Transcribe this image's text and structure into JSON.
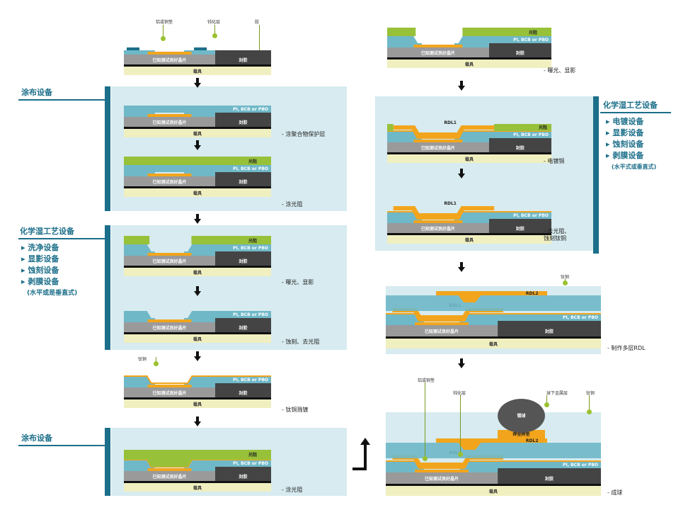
{
  "labels": {
    "coating": "涂布设备",
    "chem_left": "化学湿工艺设备",
    "chem_right": "化学湿工艺设备",
    "coating2": "涂布设备"
  },
  "left_list": [
    "▸ 洗净设备",
    "▸ 显影设备",
    "▸ 蚀刻设备",
    "▸ 剥膜设备"
  ],
  "left_list_sub": "(水平或是垂直式)",
  "right_list": [
    "▸ 电镀设备",
    "▸ 显影设备",
    "▸ 蚀刻设备",
    "▸ 剥膜设备"
  ],
  "right_list_sub": "(水平式或垂直式)",
  "structure": {
    "wafer": "已知测试良好晶片",
    "mold": "封胶",
    "carrier": "载具",
    "pi": "PI, BCB or PBO",
    "resist": "光阻",
    "rdl1": "RDL1",
    "rdl2": "RDL2",
    "ball": "锡球",
    "ubm": "焊垫焊垫"
  },
  "top_labels": {
    "pad": "铝或铜垫",
    "passivation": "钝化层",
    "glue": "胶"
  },
  "bottom_labels": {
    "pad": "铝或铜垫",
    "passivation": "钝化层",
    "ubm": "球下金属层",
    "tcu": "钛铜"
  },
  "side_labels": {
    "tcu1": "钛铜",
    "tcu2": "钛铜"
  },
  "steps": {
    "s2": "- 涂聚合物保护层",
    "s3": "- 涂光阻",
    "s4": "- 曝光、显影",
    "s5": "- 蚀刻、去光阻",
    "s6": "- 钛铜溅镀",
    "s7": "- 涂光阻",
    "r1": "- 曝光、显影",
    "r2": "- 电镀铜",
    "r3": "- 去光阻、\n蚀刻钛铜",
    "r4": "- 制作多层RDL",
    "r5": "- 成球"
  },
  "colors": {
    "panel": "#d7ebf0",
    "accent": "#1c6f8a",
    "pi": "#6fb8c8",
    "copper": "#f2a51c",
    "resist": "#98c13a",
    "wafer": "#9a9a9a",
    "mold": "#444444",
    "carrier": "#f0efc0"
  }
}
